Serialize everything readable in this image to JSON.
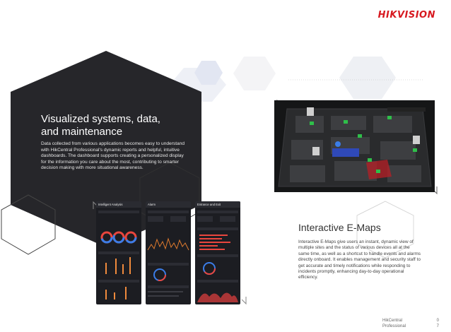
{
  "brand": {
    "logo_text": "HIKVISION"
  },
  "hero": {
    "title": "Visualized systems, data, and maintenance",
    "body": "Data collected from various applications becomes easy to understand with HikCentral Professional's dynamic reports and helpful, intuitive dashboards. The dashboard supports creating a personalized display for the information you care about the most, contributing to smarter decision making with more situational awareness."
  },
  "dashboards": [
    {
      "title": "Intelligent Analysis"
    },
    {
      "title": "Alarm"
    },
    {
      "title": "Entrance and Exit"
    }
  ],
  "emaps": {
    "title": "Interactive E-Maps",
    "body": "Interactive E-Maps give users an instant, dynamic view of multiple sites and the status of various devices all at the same time, as well as a shortcut to handle events and alarms directly onboard. It enables management and security staff to get accurate and timely notifications while responding to incidents promptly, enhancing day-to-day operational efficiency."
  },
  "footer": {
    "line1_label": "HikCentral",
    "line1_page": "0",
    "line2_label": "Professional",
    "line2_page": "7"
  },
  "colors": {
    "brand_red": "#d71920",
    "hex_dark": "#26262a",
    "map_bg": "#151617"
  }
}
